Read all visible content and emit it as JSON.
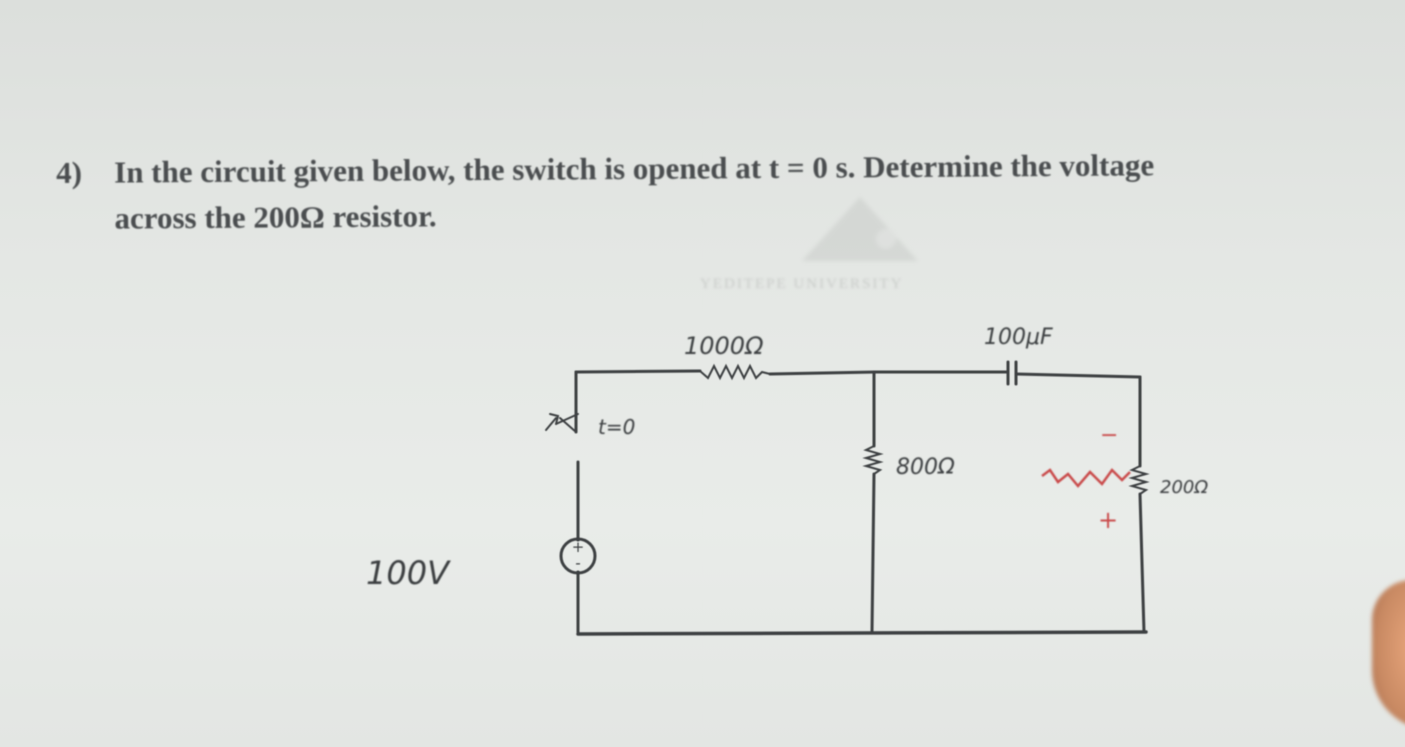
{
  "question": {
    "number": "4)",
    "line1": "In the circuit given below, the switch is opened at t = 0 s. Determine the voltage",
    "line2": "across the 200Ω resistor."
  },
  "watermark": {
    "text": "YEDITEPE UNIVERSITY"
  },
  "circuit": {
    "source_label": "100V",
    "switch_label": "t=0",
    "resistor_series_label": "1000Ω",
    "capacitor_label": "100μF",
    "resistor_middle_label": "800Ω",
    "resistor_right_label": "200Ω",
    "annotation_minus": "−",
    "annotation_plus": "+"
  }
}
